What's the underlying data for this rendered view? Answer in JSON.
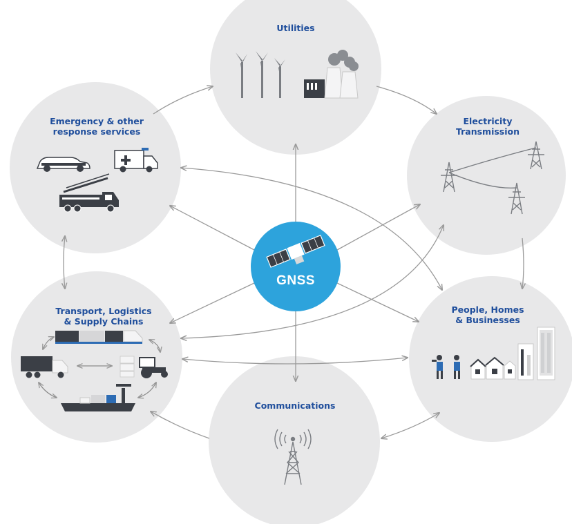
{
  "center": {
    "label": "GNSS",
    "icon": "satellite-icon",
    "color": "#2da3dc"
  },
  "colors": {
    "node_fill": "#e8e8e9",
    "label": "#1f4e9c",
    "arrow": "#9a9a9a",
    "icon_dark": "#3b3f46"
  },
  "nodes": {
    "utilities": {
      "label": "Utilities",
      "icons": [
        "wind-turbine-icon",
        "power-plant-icon"
      ]
    },
    "electricity": {
      "label_line1": "Electricity",
      "label_line2": "Transmission",
      "icons": [
        "power-pylon-icon"
      ]
    },
    "people": {
      "label_line1": "People, Homes",
      "label_line2": "& Businesses",
      "icons": [
        "person-icon",
        "house-icon",
        "office-building-icon"
      ]
    },
    "communications": {
      "label": "Communications",
      "icons": [
        "radio-tower-icon"
      ]
    },
    "transport": {
      "label_line1": "Transport, Logistics",
      "label_line2": "& Supply Chains",
      "icons": [
        "train-icon",
        "truck-icon",
        "tractor-icon",
        "cargo-ship-icon"
      ]
    },
    "emergency": {
      "label_line1": "Emergency & other",
      "label_line2": "response services",
      "icons": [
        "police-car-icon",
        "ambulance-icon",
        "fire-truck-icon"
      ]
    }
  }
}
